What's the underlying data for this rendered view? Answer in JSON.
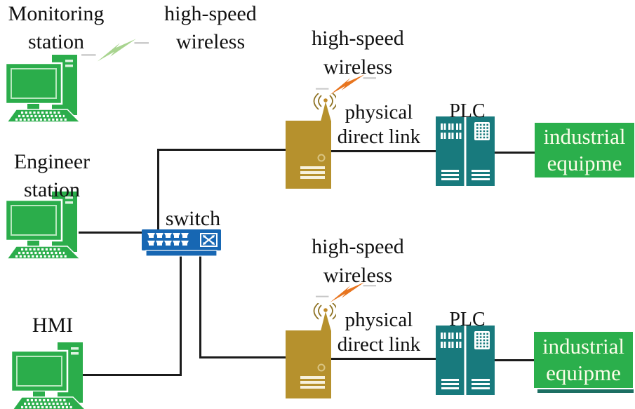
{
  "labels": {
    "monitoring": [
      "Monitoring",
      "station"
    ],
    "engineer": [
      "Engineer",
      "station"
    ],
    "hmi": "HMI",
    "switch": "switch",
    "wireless_topleft": [
      "high-speed",
      "wireless"
    ],
    "wireless_upper": [
      "high-speed",
      "wireless"
    ],
    "wireless_lower": [
      "high-speed",
      "wireless"
    ],
    "plink_upper": [
      "physical",
      "direct link"
    ],
    "plink_lower": [
      "physical",
      "direct link"
    ],
    "plc_upper": "PLC",
    "plc_lower": "PLC",
    "equipment_upper": [
      "industrial",
      "equipme"
    ],
    "equipment_lower": [
      "industrial",
      "equipme"
    ]
  },
  "colors": {
    "computer_green": "#2BAD4B",
    "equipment_green": "#2BAF4C",
    "equipment_text_cream": "#FCFDE9",
    "switch_blue": "#1767B3",
    "plc_teal": "#187A7D",
    "access_point_gold": "#B6912D",
    "lightning_orange": "#E8751F",
    "lightning_green": "#A8D48F",
    "cable_black": "#1B1B1B",
    "text_black": "#111111"
  }
}
